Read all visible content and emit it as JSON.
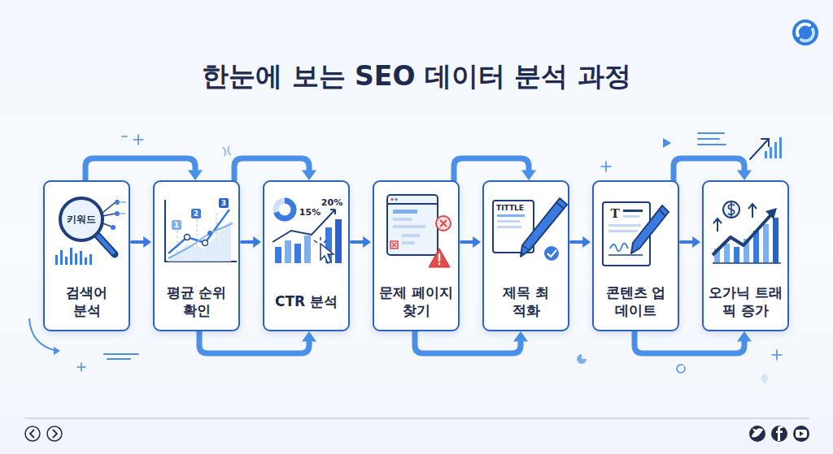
{
  "diagram": {
    "title": "한눈에 보는 SEO 데이터 분석 과정",
    "nodes": [
      {
        "text": [
          "검색어 분석"
        ]
      },
      {
        "text": [
          "평균 순위 확인"
        ]
      },
      {
        "text": [
          "CTR 분석"
        ]
      },
      {
        "text": [
          "문제 페이지 찾기"
        ]
      },
      {
        "text": [
          "제목 최적화"
        ]
      },
      {
        "text": [
          "콘텐츠 업데이트"
        ]
      },
      {
        "text": [
          "오가닉 트래픽 증가"
        ]
      }
    ],
    "edges": [
      {
        "from": 0,
        "to": 1,
        "arrow": "to"
      },
      {
        "from": 1,
        "to": 2,
        "arrow": "to"
      },
      {
        "from": 2,
        "to": 3,
        "arrow": "to"
      },
      {
        "from": 3,
        "to": 4,
        "arrow": "to"
      },
      {
        "from": 4,
        "to": 5,
        "arrow": "to"
      },
      {
        "from": 5,
        "to": 6,
        "arrow": "to"
      },
      {
        "from": 0,
        "to": 1,
        "arrow": "to"
      },
      {
        "from": 1,
        "to": 2,
        "arrow": "to"
      },
      {
        "from": 1,
        "to": 2,
        "arrow": "to"
      },
      {
        "from": 3,
        "to": 4,
        "arrow": "to"
      },
      {
        "from": 3,
        "to": 4,
        "arrow": "to"
      },
      {
        "from": 5,
        "to": 6,
        "arrow": "to"
      },
      {
        "from": 5,
        "to": 6,
        "arrow": "to"
      }
    ],
    "labels": [
      "키워드",
      "1",
      "2",
      "3",
      "15%",
      "20%",
      "TITTLE",
      "T"
    ]
  }
}
